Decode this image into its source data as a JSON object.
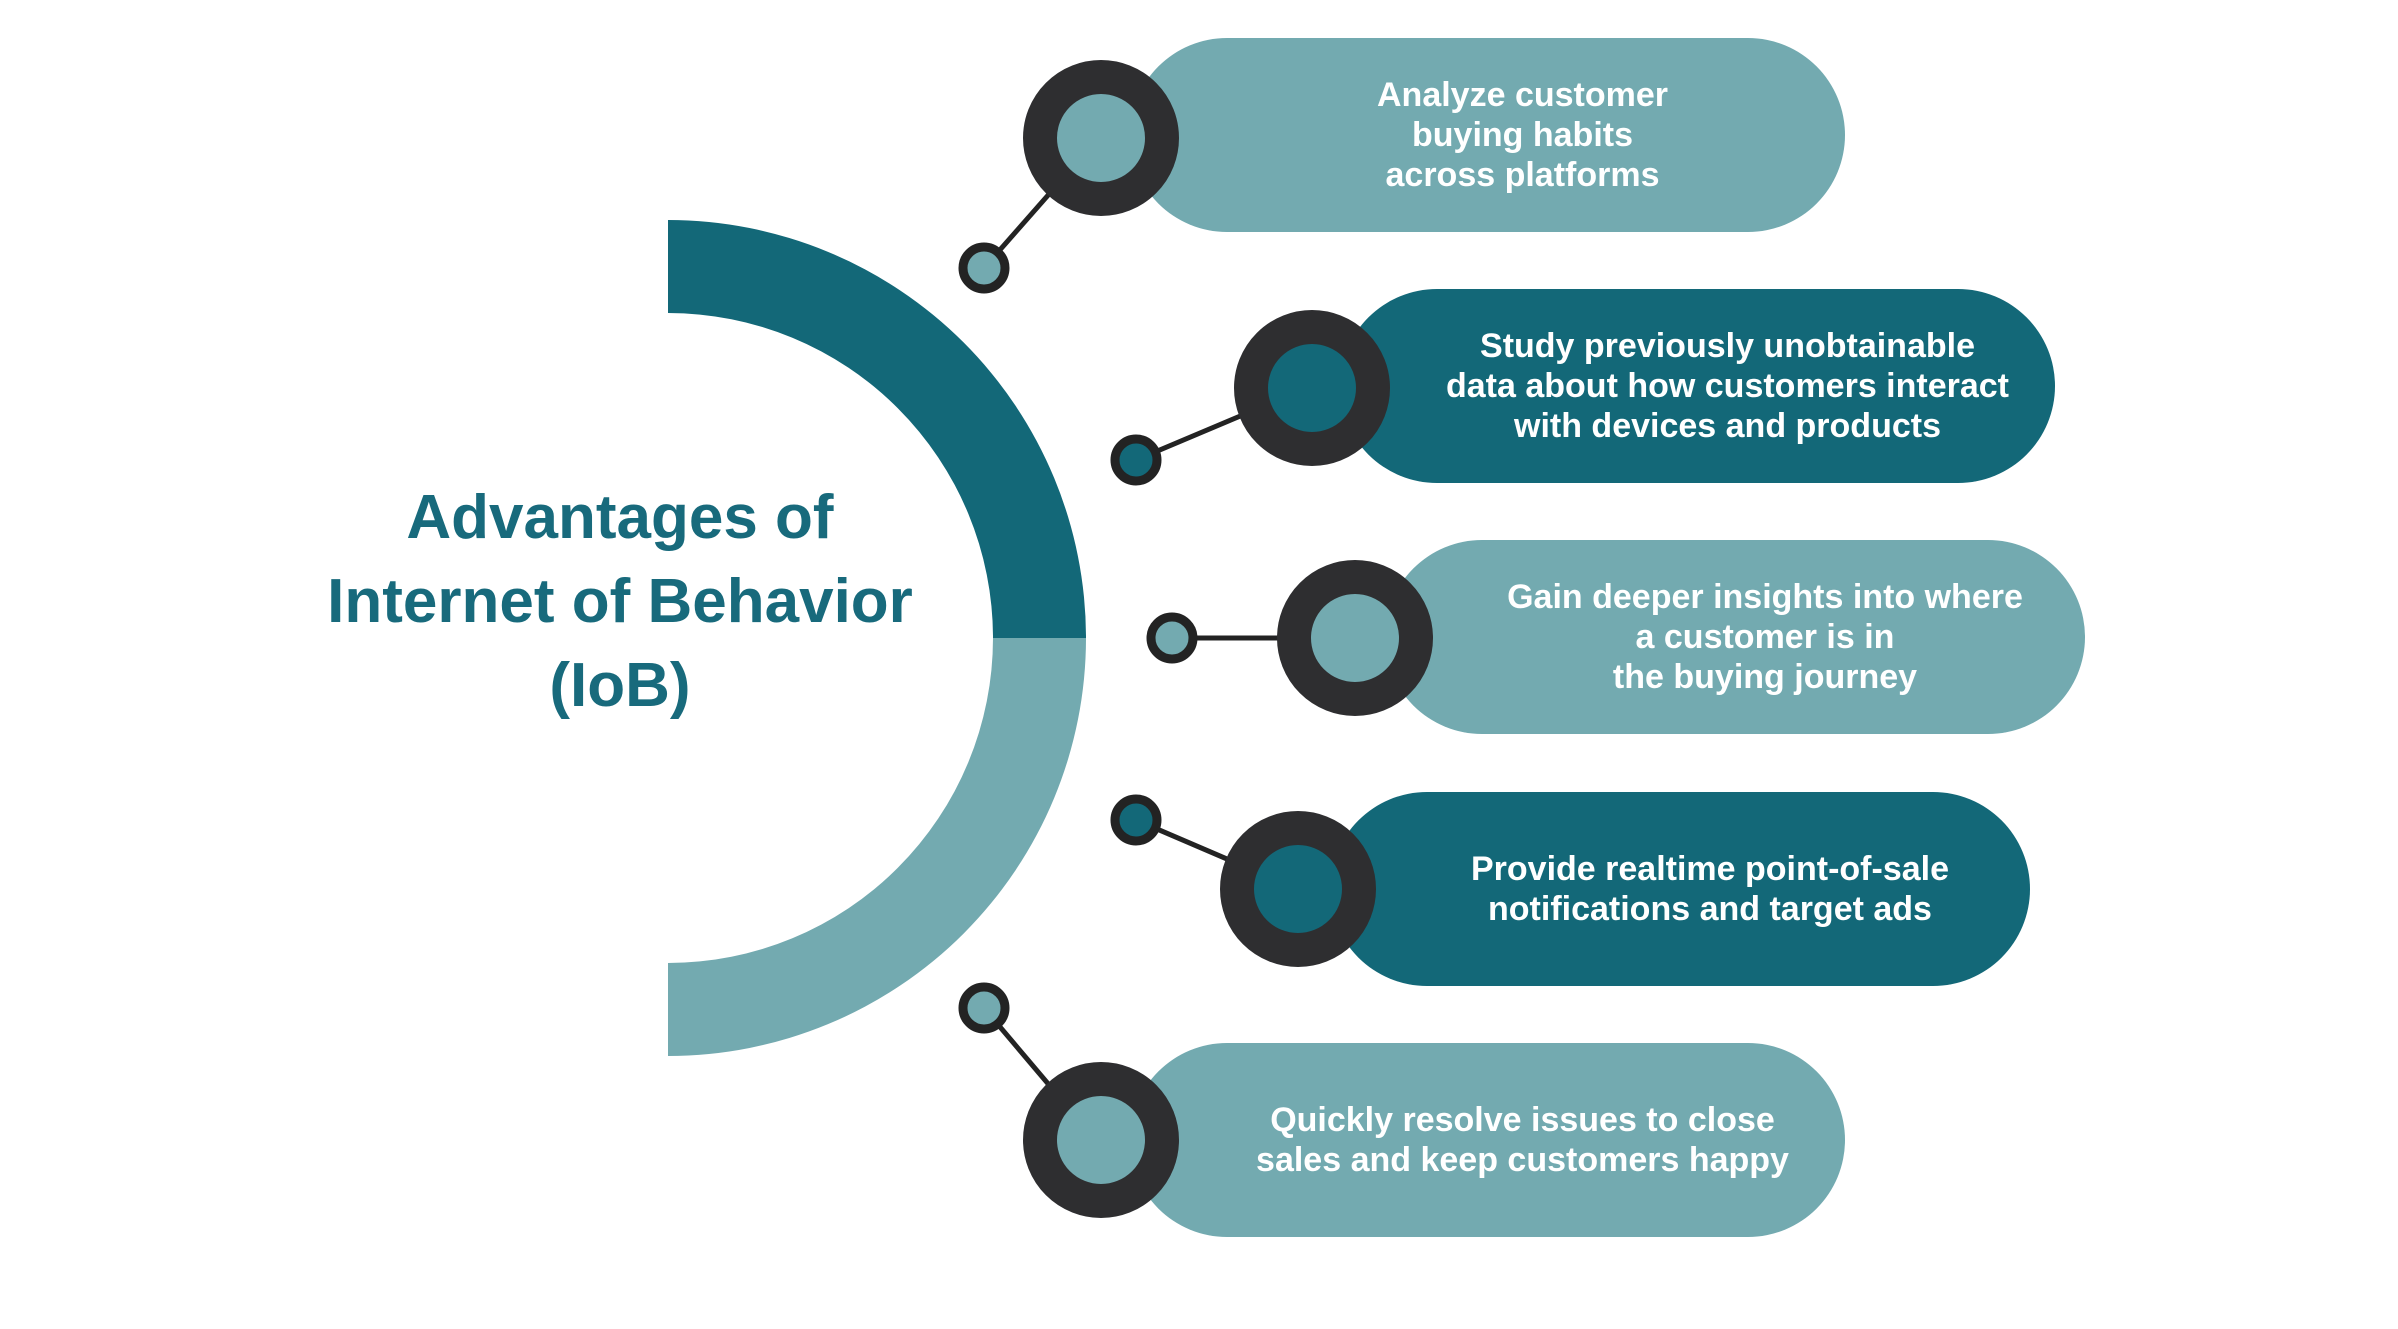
{
  "title": {
    "line1": "Advantages of",
    "line2": "Internet of Behavior",
    "line3": "(IoB)"
  },
  "colors": {
    "dark_teal": "#136878",
    "light_teal": "#73aab0",
    "ring": "#2e2e30",
    "title_text": "#186a7c",
    "pill_text": "#ffffff"
  },
  "items": [
    {
      "style": "light",
      "lines": [
        "Analyze customer",
        "buying habits",
        "across platforms"
      ]
    },
    {
      "style": "dark",
      "lines": [
        "Study previously unobtainable",
        "data about how customers interact",
        "with devices and products"
      ]
    },
    {
      "style": "light",
      "lines": [
        "Gain deeper insights into where",
        "a customer is in",
        "the buying journey"
      ]
    },
    {
      "style": "dark",
      "lines": [
        "Provide realtime point-of-sale",
        "notifications and target ads"
      ]
    },
    {
      "style": "light",
      "lines": [
        "Quickly resolve issues to close",
        "sales and keep customers happy"
      ]
    }
  ]
}
